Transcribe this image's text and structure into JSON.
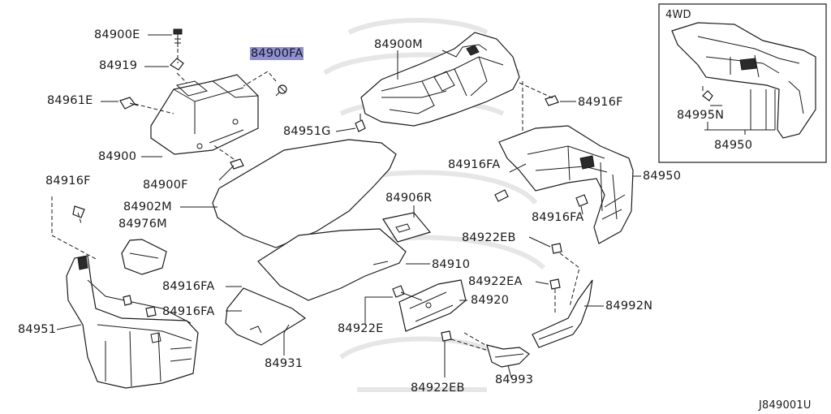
{
  "labels": {
    "l84900E": "84900E",
    "l84919": "84919",
    "l84900FA": "84900FA",
    "l84961E": "84961E",
    "l84900": "84900",
    "l84900F": "84900F",
    "l84916F_left": "84916F",
    "l84902M": "84902M",
    "l84976M": "84976M",
    "l84916FA_left1": "84916FA",
    "l84916FA_left2": "84916FA",
    "l84951": "84951",
    "l84900M": "84900M",
    "l84916F_right": "84916F",
    "l84951G": "84951G",
    "l84916FA_mid": "84916FA",
    "l84950": "84950",
    "l84916FA_right": "84916FA",
    "l84906R": "84906R",
    "l84922EB_top": "84922EB",
    "l84910": "84910",
    "l84922EA": "84922EA",
    "l84920": "84920",
    "l84992N": "84992N",
    "l84922E": "84922E",
    "l84931": "84931",
    "l84922EB_bottom": "84922EB",
    "l84993": "84993",
    "inset_title": "4WD",
    "inset_84995N": "84995N",
    "inset_84950": "84950",
    "diagram_code": "J849001U"
  },
  "highlight_color": "#8f8fd6"
}
